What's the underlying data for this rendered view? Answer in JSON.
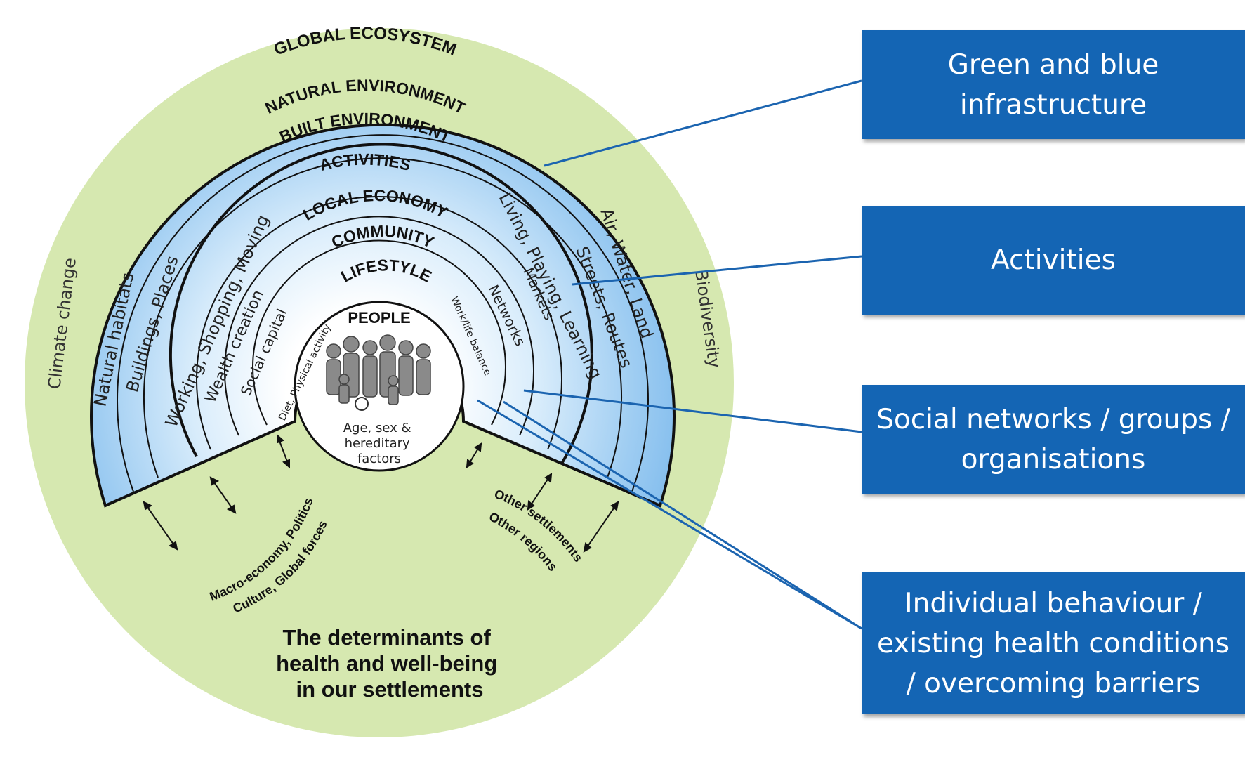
{
  "diagram": {
    "outer_label": "GLOBAL ECOSYSTEM",
    "rings": [
      "NATURAL ENVIRONMENT",
      "BUILT ENVIRONMENT",
      "ACTIVITIES",
      "LOCAL ECONOMY",
      "COMMUNITY",
      "LIFESTYLE",
      "PEOPLE"
    ],
    "left_segments": [
      "Natural habitats",
      "Buildings, Places",
      "Working, Shopping, Moving",
      "Wealth creation",
      "Social capital",
      "Diet, Physical activity"
    ],
    "right_segments": [
      "Air, Water, Land",
      "Streets, Routes",
      "Living, Playing, Learning",
      "Markets",
      "Networks",
      "Work/life balance"
    ],
    "people_caption": [
      "Age, sex &",
      "hereditary",
      "factors"
    ],
    "climate_label": "Climate change",
    "biodiversity_label": "Biodiversity",
    "left_forces": [
      "Macro-economy, Politics",
      "Culture, Global forces"
    ],
    "right_forces": [
      "Other settlements",
      "Other regions"
    ],
    "title": [
      "The determinants of",
      "health and well-being",
      "in our settlements"
    ]
  },
  "callouts": [
    {
      "label": "Green and blue infrastructure",
      "lines": [
        "Green and blue",
        "infrastructure"
      ]
    },
    {
      "label": "Activities",
      "lines": [
        "Activities"
      ]
    },
    {
      "label": "Social networks / groups / organisations",
      "lines": [
        "Social networks / groups /",
        "organisations"
      ]
    },
    {
      "label": "Individual behaviour / existing health conditions / overcoming barriers",
      "lines": [
        "Individual behaviour /",
        "existing health conditions",
        "/ overcoming barriers"
      ]
    }
  ],
  "colors": {
    "ecosystem_green": "#d6e8b0",
    "ring_blue": "#8ec5ef",
    "callout_blue": "#1465b4",
    "connector": "#1b64b0"
  }
}
